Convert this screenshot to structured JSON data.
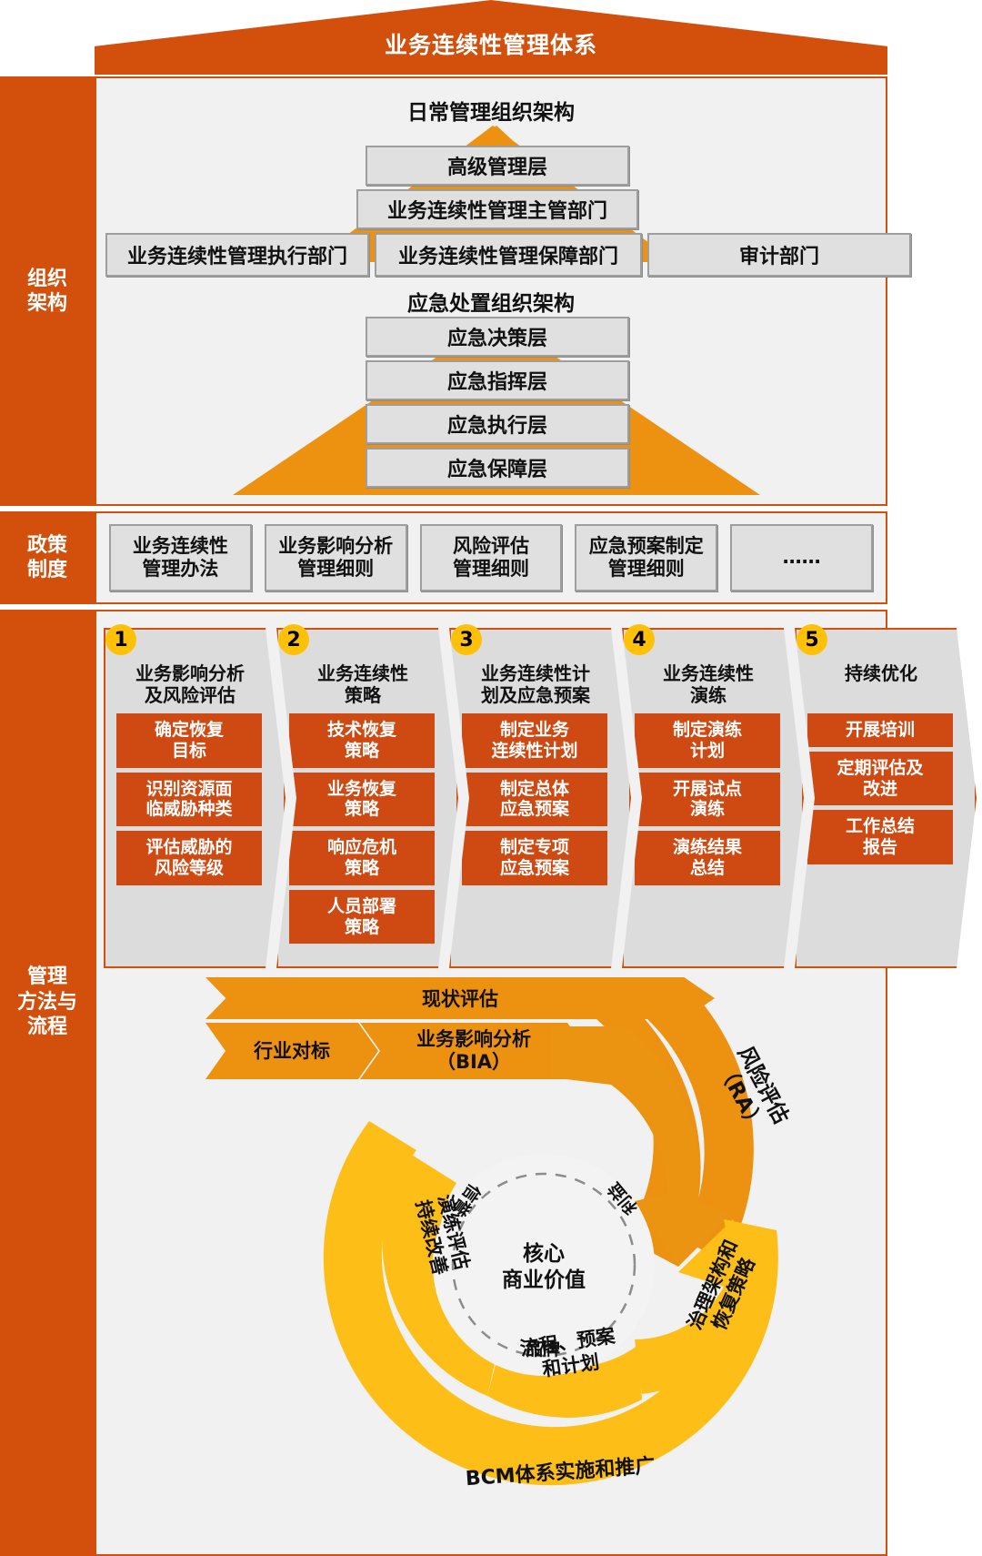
{
  "header": {
    "title": "业务连续性管理体系"
  },
  "bands": [
    {
      "key": "org",
      "label": "组织\n架构"
    },
    {
      "key": "policy",
      "label": "政策\n制度"
    },
    {
      "key": "method",
      "label": "管理\n方法与\n流程"
    }
  ],
  "org": {
    "daily": {
      "title": "日常管理组织架构",
      "level1": "高级管理层",
      "level2": "业务连续性管理主管部门",
      "level3": [
        "业务连续性管理执行部门",
        "业务连续性管理保障部门",
        "审计部门"
      ]
    },
    "emergency": {
      "title": "应急处置组织架构",
      "levels": [
        "应急决策层",
        "应急指挥层",
        "应急执行层",
        "应急保障层"
      ]
    }
  },
  "policy": {
    "items": [
      {
        "line1": "业务连续性",
        "line2": "管理办法"
      },
      {
        "line1": "业务影响分析",
        "line2": "管理细则"
      },
      {
        "line1": "风险评估",
        "line2": "管理细则"
      },
      {
        "line1": "应急预案制定",
        "line2": "管理细则"
      },
      {
        "line1": "……",
        "line2": ""
      }
    ]
  },
  "method": {
    "steps": [
      {
        "num": "1",
        "title": "业务影响分析\n及风险评估",
        "items": [
          "确定恢复\n目标",
          "识别资源面\n临威胁种类",
          "评估威胁的\n风险等级"
        ]
      },
      {
        "num": "2",
        "title": "业务连续性\n策略",
        "items": [
          "技术恢复\n策略",
          "业务恢复\n策略",
          "响应危机\n策略",
          "人员部署\n策略"
        ]
      },
      {
        "num": "3",
        "title": "业务连续性计\n划及应急预案",
        "items": [
          "制定业务\n连续性计划",
          "制定总体\n应急预案",
          "制定专项\n应急预案"
        ]
      },
      {
        "num": "4",
        "title": "业务连续性\n演练",
        "items": [
          "制定演练\n计划",
          "开展试点\n演练",
          "演练结果\n总结"
        ]
      },
      {
        "num": "5",
        "title": "持续优化",
        "items": [
          "开展培训",
          "定期评估及\n改进",
          "工作总结\n报告"
        ]
      }
    ],
    "flow": {
      "top_arrow": "现状评估",
      "row_arrows": [
        "行业对标",
        "业务影响分析\n（BIA）"
      ],
      "curved_outer": "风险评估\n（RA）",
      "spiral": [
        "治理架构和\n恢复策略",
        "流程、预案\n和计划",
        "演练评估\n持续改善"
      ],
      "outer_ring": "BCM体系实施和推广",
      "core": "核心\n商业价值",
      "core_ring": [
        "信誉",
        "利益",
        "品牌"
      ]
    }
  },
  "colors": {
    "brand_red": "#D2500C",
    "amber": "#ED9111",
    "gold": "#FFC107",
    "tile_red": "#CF4A13",
    "panel": "#F1F1F1",
    "box_gray": "#E0E0E0"
  }
}
